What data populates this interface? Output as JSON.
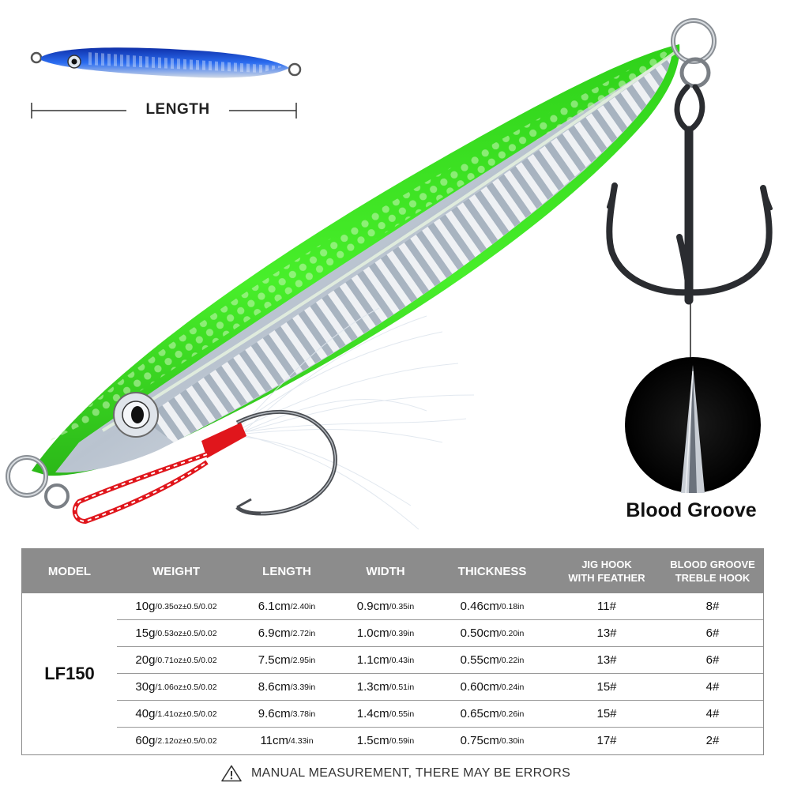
{
  "diagram": {
    "length_label": "LENGTH",
    "blood_groove_label": "Blood Groove"
  },
  "table": {
    "headers": {
      "model": "MODEL",
      "weight": "WEIGHT",
      "length": "LENGTH",
      "width": "WIDTH",
      "thickness": "THICKNESS",
      "jig_hook_line1": "JIG HOOK",
      "jig_hook_line2": "WITH FEATHER",
      "treble_line1": "BLOOD GROOVE",
      "treble_line2": "TREBLE HOOK"
    },
    "model": "LF150",
    "rows": [
      {
        "weight": "10g",
        "weight_sub": "/0.35oz±0.5/0.02",
        "length": "6.1cm",
        "length_sub": "/2.40in",
        "width": "0.9cm",
        "width_sub": "/0.35in",
        "thickness": "0.46cm",
        "thickness_sub": "/0.18in",
        "jig_hook": "11#",
        "treble_hook": "8#"
      },
      {
        "weight": "15g",
        "weight_sub": "/0.53oz±0.5/0.02",
        "length": "6.9cm",
        "length_sub": "/2.72in",
        "width": "1.0cm",
        "width_sub": "/0.39in",
        "thickness": "0.50cm",
        "thickness_sub": "/0.20in",
        "jig_hook": "13#",
        "treble_hook": "6#"
      },
      {
        "weight": "20g",
        "weight_sub": "/0.71oz±0.5/0.02",
        "length": "7.5cm",
        "length_sub": "/2.95in",
        "width": "1.1cm",
        "width_sub": "/0.43in",
        "thickness": "0.55cm",
        "thickness_sub": "/0.22in",
        "jig_hook": "13#",
        "treble_hook": "6#"
      },
      {
        "weight": "30g",
        "weight_sub": "/1.06oz±0.5/0.02",
        "length": "8.6cm",
        "length_sub": "/3.39in",
        "width": "1.3cm",
        "width_sub": "/0.51in",
        "thickness": "0.60cm",
        "thickness_sub": "/0.24in",
        "jig_hook": "15#",
        "treble_hook": "4#"
      },
      {
        "weight": "40g",
        "weight_sub": "/1.41oz±0.5/0.02",
        "length": "9.6cm",
        "length_sub": "/3.78in",
        "width": "1.4cm",
        "width_sub": "/0.55in",
        "thickness": "0.65cm",
        "thickness_sub": "/0.26in",
        "jig_hook": "15#",
        "treble_hook": "4#"
      },
      {
        "weight": "60g",
        "weight_sub": "/2.12oz±0.5/0.02",
        "length": "11cm",
        "length_sub": "/4.33in",
        "width": "1.5cm",
        "width_sub": "/0.59in",
        "thickness": "0.75cm",
        "thickness_sub": "/0.30in",
        "jig_hook": "17#",
        "treble_hook": "2#"
      }
    ]
  },
  "footer": {
    "warning_icon": "warning-triangle-icon",
    "note": "MANUAL MEASUREMENT, THERE MAY BE ERRORS"
  },
  "colors": {
    "lure_green": "#36e01c",
    "lure_blue": "#1a4fd6",
    "header_gray": "#8c8c8c",
    "thread_red": "#e0161c"
  }
}
